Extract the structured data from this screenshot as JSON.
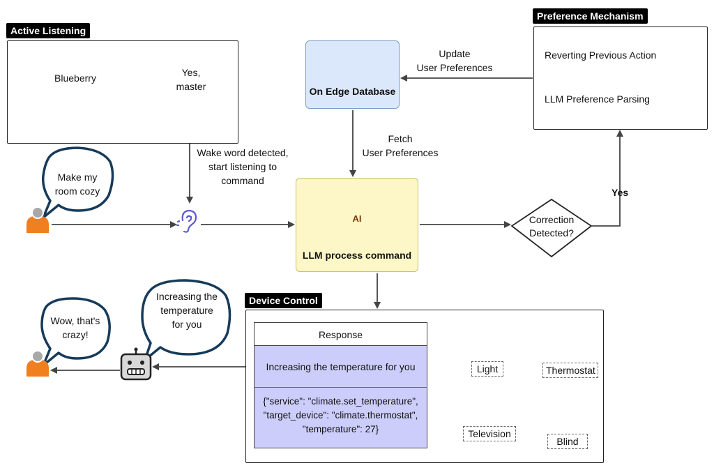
{
  "sections": {
    "active_listening": "Active Listening",
    "preference_mechanism": "Preference Mechanism",
    "device_control": "Device Control"
  },
  "bubbles": {
    "user_wake": "Blueberry",
    "robot_reply_line1": "Yes,",
    "robot_reply_line2": "master",
    "user_command_line1": "Make my",
    "user_command_line2": "room cozy",
    "user_reaction_line1": "Wow, that's",
    "user_reaction_line2": "crazy!",
    "robot_response_line1": "Increasing the",
    "robot_response_line2": "temperature",
    "robot_response_line3": "for you"
  },
  "labels": {
    "wake_line1": "Wake word detected,",
    "wake_line2": "start listening to",
    "wake_line3": "command",
    "update_line1": "Update",
    "update_line2": "User Preferences",
    "fetch_line1": "Fetch",
    "fetch_line2": "User Preferences",
    "yes": "Yes"
  },
  "database": {
    "label": "On Edge Database",
    "icon": "database-icon"
  },
  "llm": {
    "label": "LLM process command",
    "icon": "ai-chip-house-icon",
    "chip_text": "AI"
  },
  "preference": {
    "item1": "Reverting Previous Action",
    "item2": "LLM Preference Parsing"
  },
  "decision": {
    "line1": "Correction",
    "line2": "Detected?"
  },
  "response": {
    "header": "Response",
    "text": "Increasing the temperature for you",
    "json_line1": "{\"service\": \"climate.set_temperature\",",
    "json_line2": "\"target_device\": \"climate.thermostat\",",
    "json_line3": "\"temperature\": 27}"
  },
  "devices": {
    "light": "Light",
    "thermostat": "Thermostat",
    "television": "Television",
    "blind": "Blind"
  },
  "colors": {
    "db_fill": "#dbe8fb",
    "llm_fill": "#fdf6c6",
    "response_fill": "#cdcdfb",
    "user_body": "#f07f1f",
    "user_head": "#a8a8a8",
    "revert_arrow": "#4caf2f",
    "ear": "#5b58d6"
  }
}
